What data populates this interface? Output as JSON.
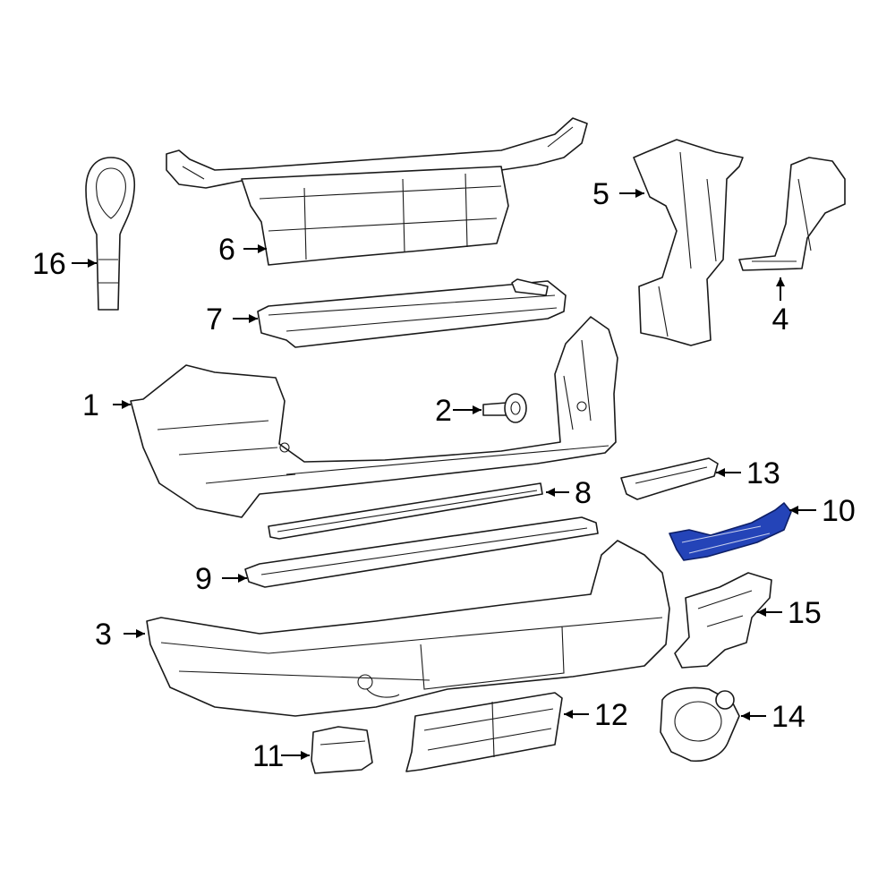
{
  "diagram": {
    "highlight_color": "#2444b8",
    "outline_color": "#1a1a1a",
    "callouts": [
      {
        "id": "c1",
        "label": "1"
      },
      {
        "id": "c2",
        "label": "2"
      },
      {
        "id": "c3",
        "label": "3"
      },
      {
        "id": "c4",
        "label": "4"
      },
      {
        "id": "c5",
        "label": "5"
      },
      {
        "id": "c6",
        "label": "6"
      },
      {
        "id": "c7",
        "label": "7"
      },
      {
        "id": "c8",
        "label": "8"
      },
      {
        "id": "c9",
        "label": "9"
      },
      {
        "id": "c10",
        "label": "10",
        "highlighted": true
      },
      {
        "id": "c11",
        "label": "11"
      },
      {
        "id": "c12",
        "label": "12"
      },
      {
        "id": "c13",
        "label": "13"
      },
      {
        "id": "c14",
        "label": "14"
      },
      {
        "id": "c15",
        "label": "15"
      },
      {
        "id": "c16",
        "label": "16"
      }
    ]
  }
}
